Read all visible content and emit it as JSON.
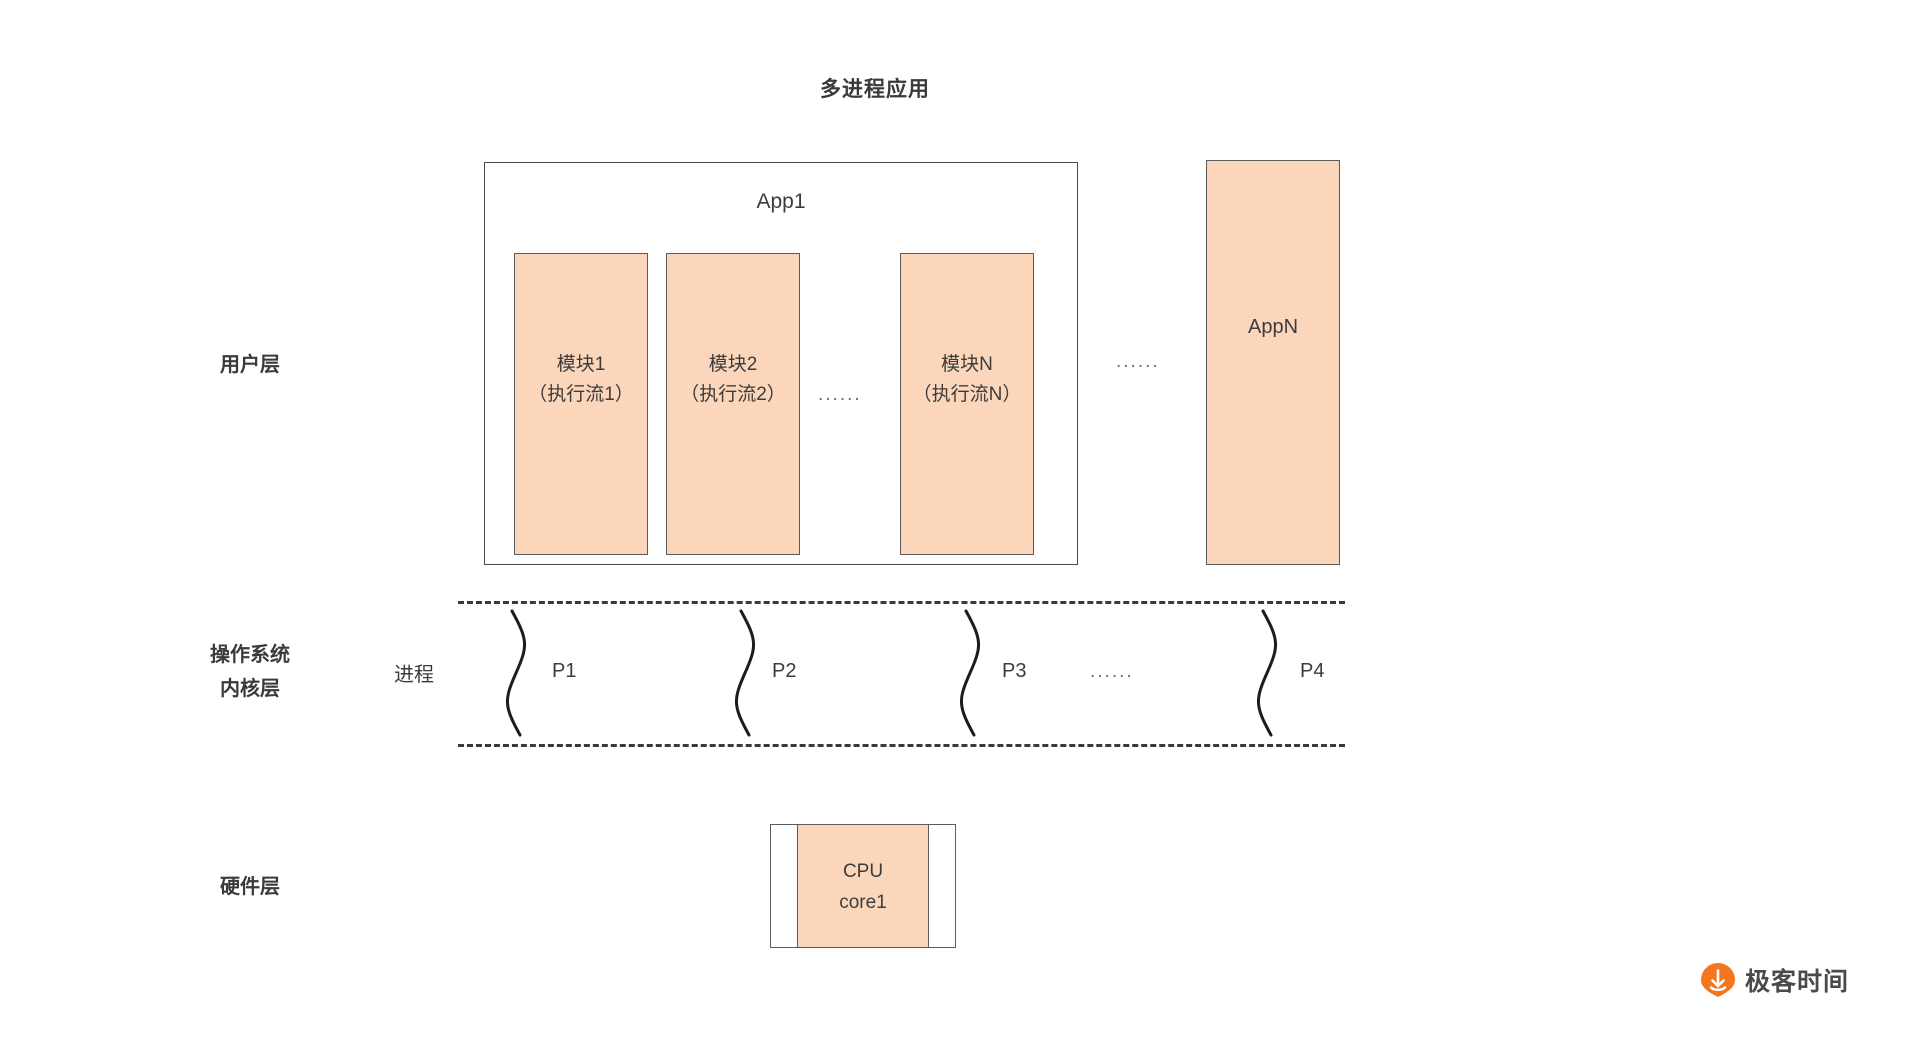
{
  "title": "多进程应用",
  "layers": [
    {
      "id": "user",
      "label": "用户层"
    },
    {
      "id": "kernel",
      "label": "操作系统\n内核层"
    },
    {
      "id": "hardware",
      "label": "硬件层"
    }
  ],
  "user_layer": {
    "app1": {
      "title": "App1",
      "modules": [
        {
          "label": "模块1\n（执行流1）"
        },
        {
          "label": "模块2\n（执行流2）"
        },
        {
          "label": "模块N\n（执行流N）"
        }
      ],
      "modules_ellipsis": "......"
    },
    "apps_ellipsis": "......",
    "appN": {
      "label": "AppN"
    }
  },
  "kernel_layer": {
    "group_label": "进程",
    "processes": [
      {
        "label": "P1"
      },
      {
        "label": "P2"
      },
      {
        "label": "P3"
      },
      {
        "label": "P4"
      }
    ],
    "processes_ellipsis": "......"
  },
  "hardware_layer": {
    "cpu": {
      "label": "CPU\ncore1"
    }
  },
  "watermark": {
    "text": "极客时间"
  },
  "colors": {
    "box_fill": "#FBD6BB",
    "box_stroke": "#5B5B5B",
    "text": "#3C3C3C",
    "dashed": "#3A3A3A",
    "brand_orange": "#F4771F"
  }
}
